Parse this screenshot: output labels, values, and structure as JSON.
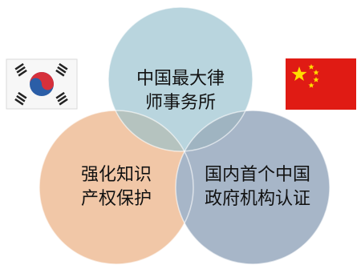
{
  "venn": {
    "circle_top": {
      "line1": "中国最大律",
      "line2": "师事务所"
    },
    "circle_left": {
      "line1": "强化知识",
      "line2": "产权保护"
    },
    "circle_right": {
      "line1": "国内首个中国",
      "line2": "政府机构认证"
    }
  },
  "colors": {
    "circle_top": "#b9d5de",
    "circle_left": "#f1c7a7",
    "circle_right": "#a7b6c8",
    "overlap": "#a8b9bd"
  },
  "flags": {
    "left": "south-korea-flag",
    "right": "china-flag"
  }
}
